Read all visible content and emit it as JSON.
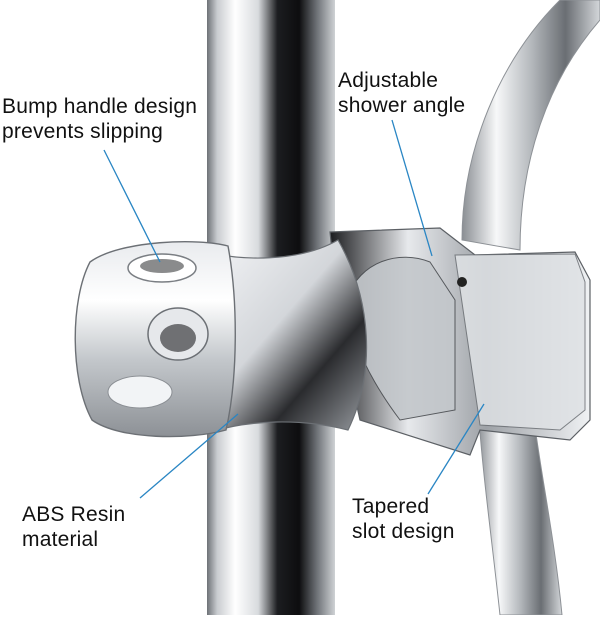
{
  "callouts": {
    "bump_handle": {
      "line1": "Bump handle design",
      "line2": "prevents slipping"
    },
    "adjustable_angle": {
      "line1": "Adjustable",
      "line2": "shower angle"
    },
    "abs_resin": {
      "line1": "ABS Resin",
      "line2": "material"
    },
    "tapered_slot": {
      "line1": "Tapered",
      "line2": "slot design"
    }
  },
  "colors": {
    "leader_line": "#2a86c4",
    "chrome_light": "#f4f5f7",
    "chrome_dark": "#1a1a1c"
  }
}
